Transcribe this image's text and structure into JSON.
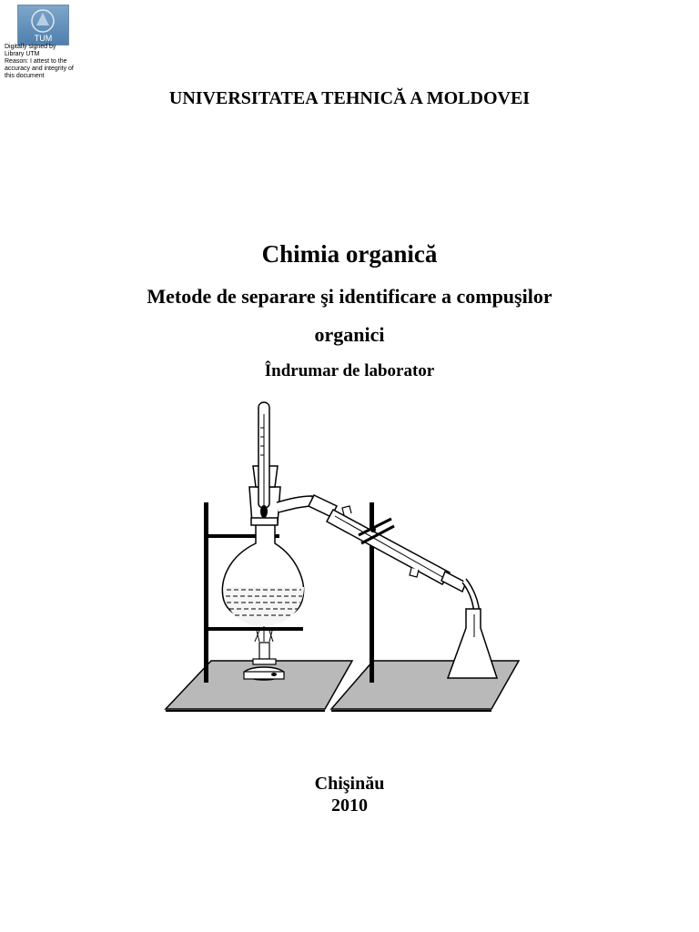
{
  "signature": {
    "logo_text": "TUM",
    "lines": [
      "Digitally signed by",
      "Library UTM",
      "Reason: I attest to the",
      "accuracy and integrity of",
      "this document"
    ]
  },
  "header": {
    "university": "UNIVERSITATEA TEHNICĂ A MOLDOVEI"
  },
  "title": {
    "main": "Chimia organică",
    "subtitle_line1": "Metode de separare şi identificare a compuşilor",
    "subtitle_line2": "organici",
    "subtitle_line3": "Îndrumar de laborator"
  },
  "illustration": {
    "marker": ":"
  },
  "footer": {
    "city": "Chişinău",
    "year": "2010"
  }
}
